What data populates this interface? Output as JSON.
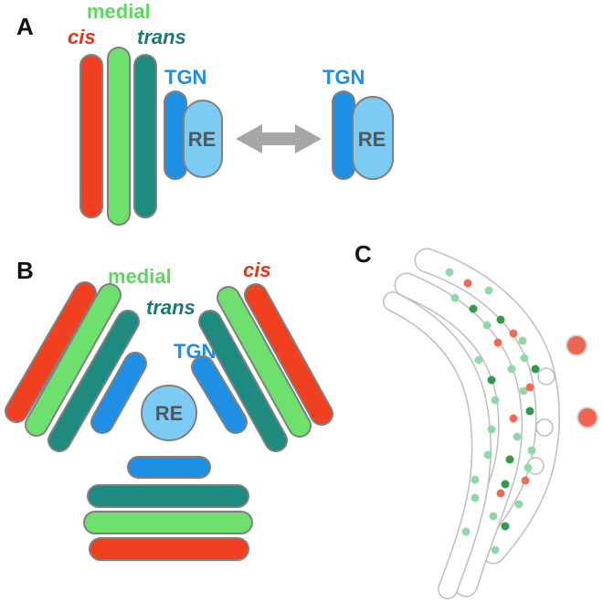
{
  "panels": {
    "a": {
      "letter": "A",
      "medial": "medial",
      "cis": "cis",
      "trans": "trans",
      "tgn_left": "TGN",
      "re_left": "RE",
      "tgn_right": "TGN",
      "re_right": "RE"
    },
    "b": {
      "letter": "B",
      "medial": "medial",
      "trans": "trans",
      "cis": "cis",
      "tgn": "TGN",
      "re": "RE"
    },
    "c": {
      "letter": "C"
    }
  },
  "colors": {
    "cis": "#f0401f",
    "medial": "#6ee06e",
    "trans": "#1e8a80",
    "tgn": "#1f8fe6",
    "re": "#7ccbf5",
    "outline": "#808080",
    "arrow": "#a6a6a6",
    "dot_light_green": "#8fd9a8",
    "dot_dark_green": "#2f9a4a",
    "dot_red": "#f06a55",
    "cargo_red": "#ee6651"
  }
}
